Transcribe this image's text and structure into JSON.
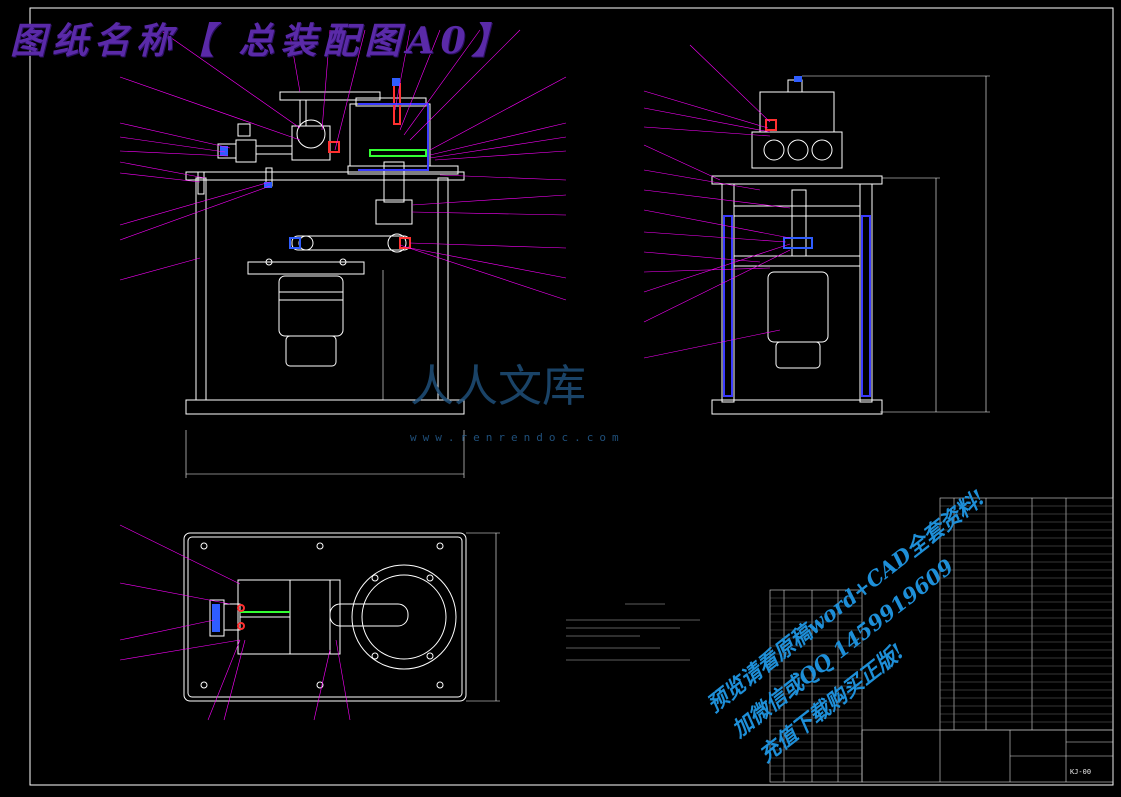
{
  "drawing": {
    "title": "图纸名称【 总装配图A0】",
    "drawing_code": "KJ-00"
  },
  "watermark": {
    "logo_text": "人人文库",
    "url": "www.renrendoc.com"
  },
  "promo": {
    "line1": "预览请看原稿word+CAD全套资料!",
    "line2": "加微信或QQ 1459919609",
    "line3": "充值下载购买正版!"
  },
  "colors": {
    "background": "#000000",
    "outline": "#ffffff",
    "leader": "#ff00ff",
    "accent_blue": "#2f5dff",
    "accent_red": "#ff3030",
    "accent_green": "#33ff33",
    "hatch": "#3b3bff",
    "watermark": "#1f4f7a",
    "promo": "#1e8fd8",
    "title": "#5a2aa8"
  }
}
